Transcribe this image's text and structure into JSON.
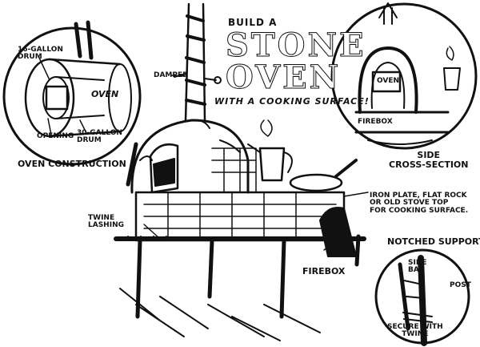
{
  "title": {
    "line1": "BUILD A",
    "line2": "STONE",
    "line3": "OVEN",
    "line4": "WITH A COOKING SURFACE!"
  },
  "labels": {
    "drum16": "16-GALLON\nDRUM",
    "oven_inset": "OVEN",
    "opening": "OPENING",
    "drum30": "30-GALLON\nDRUM",
    "oven_construction": "OVEN CONSTRUCTION",
    "damper": "DAMPER",
    "oven_side": "OVEN",
    "firebox_side": "FIREBOX",
    "side_cross_section": "SIDE\nCROSS-SECTION",
    "iron_plate": "IRON PLATE, FLAT ROCK\nOR OLD STOVE TOP\nFOR COOKING SURFACE.",
    "twine_lashing": "TWINE\nLASHING",
    "firebox_main": "FIREBOX",
    "notched_supports": "NOTCHED SUPPORTS",
    "side_bar": "SIDE\nBAR",
    "post": "POST",
    "secure": "SECURE WITH\nTWINE"
  },
  "colors": {
    "ink": "#111111",
    "paper": "#ffffff"
  }
}
